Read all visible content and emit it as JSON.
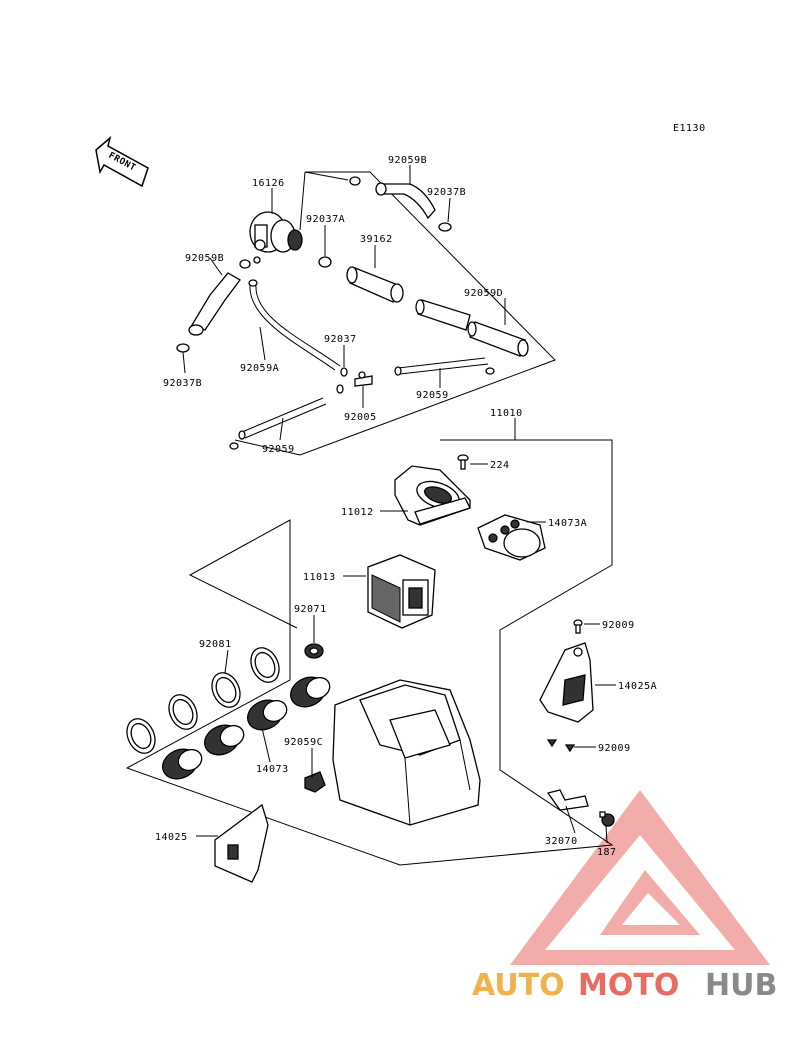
{
  "diagram_code": "E1130",
  "front_label": "FRONT",
  "watermark": {
    "part1": "AUTO",
    "part2": "MOTO",
    "part3": "HUB",
    "color1": "#f2b24a",
    "color2": "#ea6a64",
    "color3": "#8a8a8a"
  },
  "parts": {
    "p16126": "16126",
    "p92059B_top": "92059B",
    "p92037B_top": "92037B",
    "p92037A": "92037A",
    "p39162": "39162",
    "p92059B_left": "92059B",
    "p92059D": "92059D",
    "p92037": "92037",
    "p92059A": "92059A",
    "p92037B_left": "92037B",
    "p92005": "92005",
    "p92059_right": "92059",
    "p11010": "11010",
    "p92059_bottom": "92059",
    "p224": "224",
    "p11012": "11012",
    "p14073A": "14073A",
    "p11013": "11013",
    "p92071": "92071",
    "p92009_top": "92009",
    "p92081": "92081",
    "p14025A": "14025A",
    "p92009_bottom": "92009",
    "p92059C": "92059C",
    "p14073": "14073",
    "p32070": "32070",
    "p187": "187",
    "p14025": "14025"
  }
}
